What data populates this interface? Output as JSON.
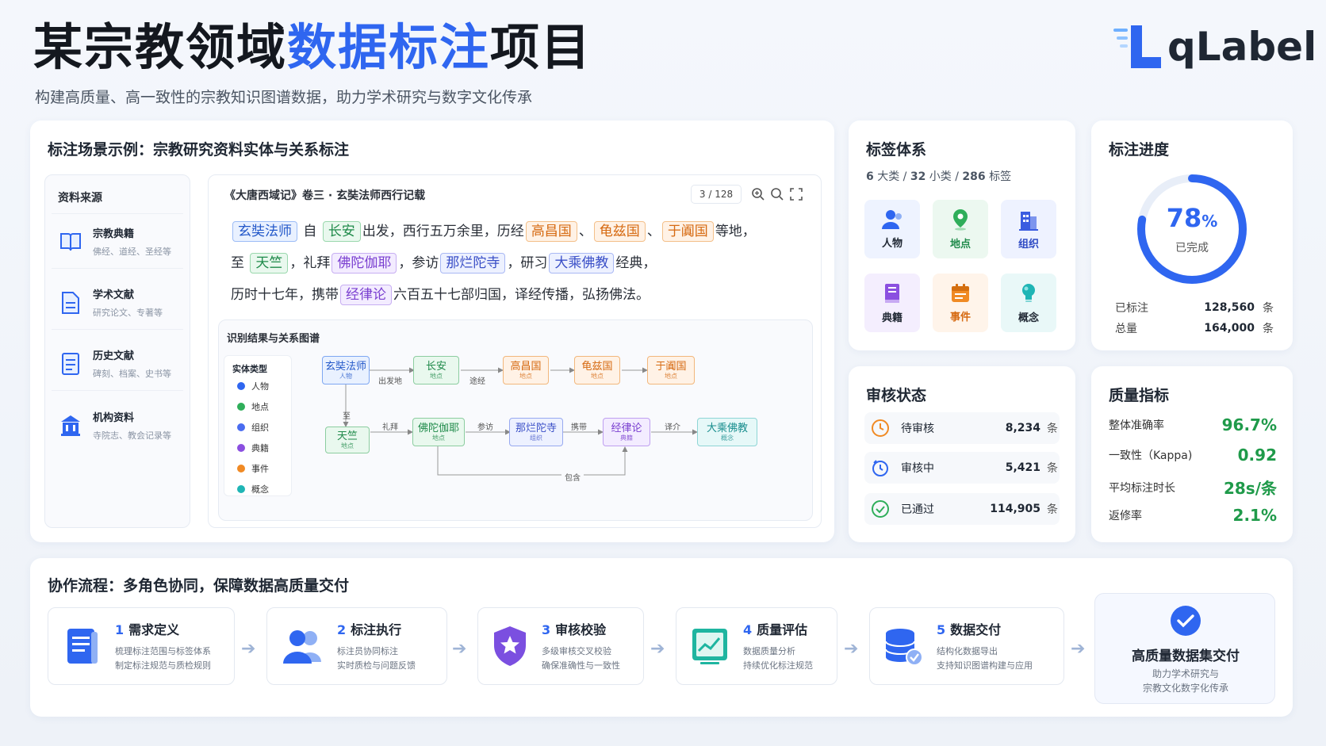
{
  "header": {
    "title_part1": "某宗教领域",
    "title_accent": "数据标注",
    "title_part2": "项目",
    "subtitle": "构建高质量、高一致性的宗教知识图谱数据，助力学术研究与数字文化传承",
    "logo_text": "qLabel"
  },
  "scene": {
    "title": "标注场景示例：宗教研究资料实体与关系标注",
    "sources_title": "资料来源",
    "sources": [
      {
        "name": "宗教典籍",
        "desc": "佛经、道经、圣经等",
        "icon": "book-icon"
      },
      {
        "name": "学术文献",
        "desc": "研究论文、专著等",
        "icon": "document-icon"
      },
      {
        "name": "历史文献",
        "desc": "碑刻、档案、史书等",
        "icon": "file-icon"
      },
      {
        "name": "机构资料",
        "desc": "寺院志、教会记录等",
        "icon": "building-icon"
      }
    ],
    "doc_title": "《大唐西域记》卷三 · 玄奘法师西行记载",
    "page_current": "3",
    "page_total": "/ 128",
    "line1": {
      "e1": "玄奘法师",
      "t1": "自",
      "e2": "长安",
      "t2": "出发，西行五万余里，历经",
      "e3": "高昌国",
      "s1": "、",
      "e4": "龟兹国",
      "s2": "、",
      "e5": "于阗国",
      "t3": "等地，"
    },
    "line2": {
      "t0": "至",
      "e1": "天竺",
      "t1": "，礼拜",
      "e2": "佛陀伽耶",
      "t2": "，参访",
      "e3": "那烂陀寺",
      "t3": "，研习",
      "e4": "大乘佛教",
      "t4": "经典，"
    },
    "line3": {
      "t0": "历时十七年，携带",
      "e1": "经律论",
      "t1": "六百五十七部归国，译经传播，弘扬佛法。"
    },
    "graph_title": "识别结果与关系图谱",
    "legend_title": "实体类型",
    "legend": [
      {
        "label": "人物",
        "color": "#2f66f0"
      },
      {
        "label": "地点",
        "color": "#2fae5a"
      },
      {
        "label": "组织",
        "color": "#4a6cf0"
      },
      {
        "label": "典籍",
        "color": "#8b4fe0"
      },
      {
        "label": "事件",
        "color": "#f08a24"
      },
      {
        "label": "概念",
        "color": "#1fb5b5"
      }
    ],
    "nodes": {
      "xuanzang": {
        "name": "玄奘法师",
        "type": "人物"
      },
      "changan": {
        "name": "长安",
        "type": "地点"
      },
      "gaochang": {
        "name": "高昌国",
        "type": "地点"
      },
      "qiuci": {
        "name": "龟兹国",
        "type": "地点"
      },
      "yutian": {
        "name": "于阗国",
        "type": "地点"
      },
      "tianzhu": {
        "name": "天竺",
        "type": "地点"
      },
      "fotuo": {
        "name": "佛陀伽耶",
        "type": "地点"
      },
      "nalantuo": {
        "name": "那烂陀寺",
        "type": "组织"
      },
      "jinglvlun": {
        "name": "经律论",
        "type": "典籍"
      },
      "dacheng": {
        "name": "大乘佛教",
        "type": "概念"
      }
    },
    "edges": {
      "chufa": "出发地",
      "tujing": "途经",
      "zhi": "至",
      "libai": "礼拜",
      "canfang": "参访",
      "xiedai": "携带",
      "yijie": "译介",
      "baohan": "包含"
    }
  },
  "tags": {
    "title": "标签体系",
    "summary_a": "6",
    "summary_a_unit": "大类",
    "summary_sep": "/",
    "summary_b": "32",
    "summary_b_unit": "小类",
    "summary_c": "286",
    "summary_c_unit": "标签",
    "items": [
      {
        "label": "人物",
        "icon": "person-icon",
        "color": "#2f66f0",
        "bg": "#eef3ff"
      },
      {
        "label": "地点",
        "icon": "location-icon",
        "color": "#2fae5a",
        "bg": "#ecf8f0"
      },
      {
        "label": "组织",
        "icon": "building-icon",
        "color": "#3a5ce0",
        "bg": "#eef2ff"
      },
      {
        "label": "典籍",
        "icon": "book-icon",
        "color": "#8b4fe0",
        "bg": "#f4eefe"
      },
      {
        "label": "事件",
        "icon": "calendar-icon",
        "color": "#f08a24",
        "bg": "#fff4ea"
      },
      {
        "label": "概念",
        "icon": "lightbulb-icon",
        "color": "#1fb5b5",
        "bg": "#e9f8f8"
      }
    ]
  },
  "progress": {
    "title": "标注进度",
    "percent_value": 78,
    "percent": "78",
    "percent_sign": "%",
    "done_label": "已完成",
    "rows": [
      {
        "label": "已标注",
        "value": "128,560",
        "unit": "条"
      },
      {
        "label": "总量",
        "value": "164,000",
        "unit": "条"
      }
    ]
  },
  "review": {
    "title": "审核状态",
    "rows": [
      {
        "label": "待审核",
        "value": "8,234",
        "unit": "条",
        "icon": "clock-icon",
        "color": "#f08a24"
      },
      {
        "label": "审核中",
        "value": "5,421",
        "unit": "条",
        "icon": "timer-icon",
        "color": "#2f66f0"
      },
      {
        "label": "已通过",
        "value": "114,905",
        "unit": "条",
        "icon": "check-circle-icon",
        "color": "#2fae5a"
      }
    ]
  },
  "quality": {
    "title": "质量指标",
    "rows": [
      {
        "label": "整体准确率",
        "value": "96.7%"
      },
      {
        "label": "一致性（Kappa)",
        "value": "0.92"
      },
      {
        "label": "平均标注时长",
        "value": "28s/条"
      },
      {
        "label": "返修率",
        "value": "2.1%"
      }
    ],
    "value_color": "#1f9a4a"
  },
  "workflow": {
    "title": "协作流程：多角色协同，保障数据高质量交付",
    "steps": [
      {
        "num": "1",
        "name": "需求定义",
        "d1": "梳理标注范围与标签体系",
        "d2": "制定标注规范与质检规则",
        "icon": "document-list-icon"
      },
      {
        "num": "2",
        "name": "标注执行",
        "d1": "标注员协同标注",
        "d2": "实时质检与问题反馈",
        "icon": "team-icon"
      },
      {
        "num": "3",
        "name": "审核校验",
        "d1": "多级审核交叉校验",
        "d2": "确保准确性与一致性",
        "icon": "shield-star-icon"
      },
      {
        "num": "4",
        "name": "质量评估",
        "d1": "数据质量分析",
        "d2": "持续优化标注规范",
        "icon": "chart-monitor-icon"
      },
      {
        "num": "5",
        "name": "数据交付",
        "d1": "结构化数据导出",
        "d2": "支持知识图谱构建与应用",
        "icon": "database-icon"
      }
    ],
    "final": {
      "name": "高质量数据集交付",
      "d1": "助力学术研究与",
      "d2": "宗教文化数字化传承"
    }
  }
}
